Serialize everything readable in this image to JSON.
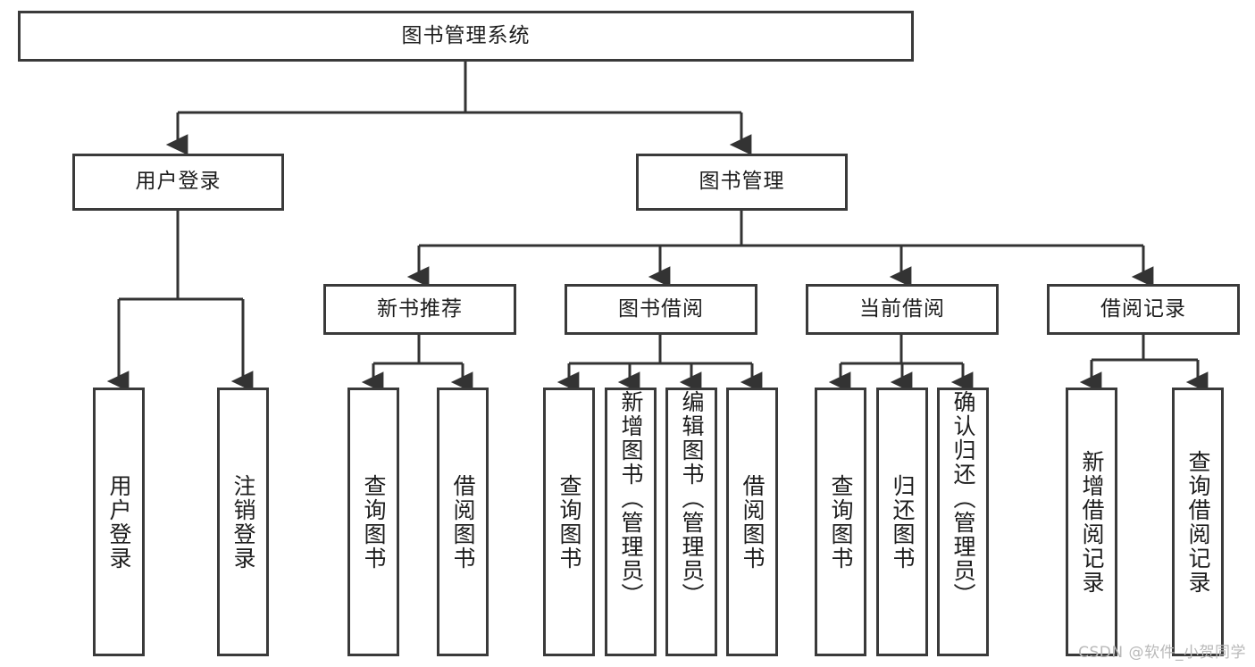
{
  "diagram": {
    "title": "图书管理系统",
    "type": "tree-hierarchy-chart",
    "watermark": "CSDN @软件_小贺同学",
    "colors": {
      "box_border": "#3a3a3a",
      "box_fill": "#ffffff",
      "edge": "#333333",
      "text": "#1d1d1d",
      "watermark": "#b9b9b9",
      "background": "#ffffff"
    },
    "nodes": {
      "root": {
        "label": "图书管理系统",
        "level": 1,
        "orientation": "horizontal"
      },
      "user_login": {
        "label": "用户登录",
        "level": 2,
        "orientation": "horizontal"
      },
      "book_manage": {
        "label": "图书管理",
        "level": 2,
        "orientation": "horizontal"
      },
      "new_book_rec": {
        "label": "新书推荐",
        "level": 3,
        "orientation": "horizontal"
      },
      "book_borrow": {
        "label": "图书借阅",
        "level": 3,
        "orientation": "horizontal"
      },
      "current_borrow": {
        "label": "当前借阅",
        "level": 3,
        "orientation": "horizontal"
      },
      "borrow_record": {
        "label": "借阅记录",
        "level": 3,
        "orientation": "horizontal"
      },
      "leaf_user_login": {
        "label": "用户登录",
        "level": 3,
        "orientation": "vertical"
      },
      "leaf_logout_login": {
        "label": "注销登录",
        "level": 3,
        "orientation": "vertical"
      },
      "leaf_query_book_1": {
        "label": "查询图书",
        "level": 4,
        "orientation": "vertical"
      },
      "leaf_borrow_book_1": {
        "label": "借阅图书",
        "level": 4,
        "orientation": "vertical"
      },
      "leaf_query_book_2": {
        "label": "查询图书",
        "level": 4,
        "orientation": "vertical"
      },
      "leaf_add_book": {
        "label": "新增图书（管理员）",
        "level": 4,
        "orientation": "vertical"
      },
      "leaf_edit_book": {
        "label": "编辑图书（管理员）",
        "level": 4,
        "orientation": "vertical"
      },
      "leaf_borrow_book_2": {
        "label": "借阅图书",
        "level": 4,
        "orientation": "vertical"
      },
      "leaf_query_book_3": {
        "label": "查询图书",
        "level": 4,
        "orientation": "vertical"
      },
      "leaf_return_book": {
        "label": "归还图书",
        "level": 4,
        "orientation": "vertical"
      },
      "leaf_confirm_return": {
        "label": "确认归还（管理员）",
        "level": 4,
        "orientation": "vertical"
      },
      "leaf_add_record": {
        "label": "新增借阅记录",
        "level": 4,
        "orientation": "vertical"
      },
      "leaf_query_record": {
        "label": "查询借阅记录",
        "level": 4,
        "orientation": "vertical"
      }
    },
    "edges": [
      {
        "from": "root",
        "to": "user_login"
      },
      {
        "from": "root",
        "to": "book_manage"
      },
      {
        "from": "user_login",
        "to": "leaf_user_login"
      },
      {
        "from": "user_login",
        "to": "leaf_logout_login"
      },
      {
        "from": "book_manage",
        "to": "new_book_rec"
      },
      {
        "from": "book_manage",
        "to": "book_borrow"
      },
      {
        "from": "book_manage",
        "to": "current_borrow"
      },
      {
        "from": "book_manage",
        "to": "borrow_record"
      },
      {
        "from": "new_book_rec",
        "to": "leaf_query_book_1"
      },
      {
        "from": "new_book_rec",
        "to": "leaf_borrow_book_1"
      },
      {
        "from": "book_borrow",
        "to": "leaf_query_book_2"
      },
      {
        "from": "book_borrow",
        "to": "leaf_add_book"
      },
      {
        "from": "book_borrow",
        "to": "leaf_edit_book"
      },
      {
        "from": "book_borrow",
        "to": "leaf_borrow_book_2"
      },
      {
        "from": "current_borrow",
        "to": "leaf_query_book_3"
      },
      {
        "from": "current_borrow",
        "to": "leaf_return_book"
      },
      {
        "from": "current_borrow",
        "to": "leaf_confirm_return"
      },
      {
        "from": "borrow_record",
        "to": "leaf_add_record"
      },
      {
        "from": "borrow_record",
        "to": "leaf_query_record"
      }
    ]
  }
}
